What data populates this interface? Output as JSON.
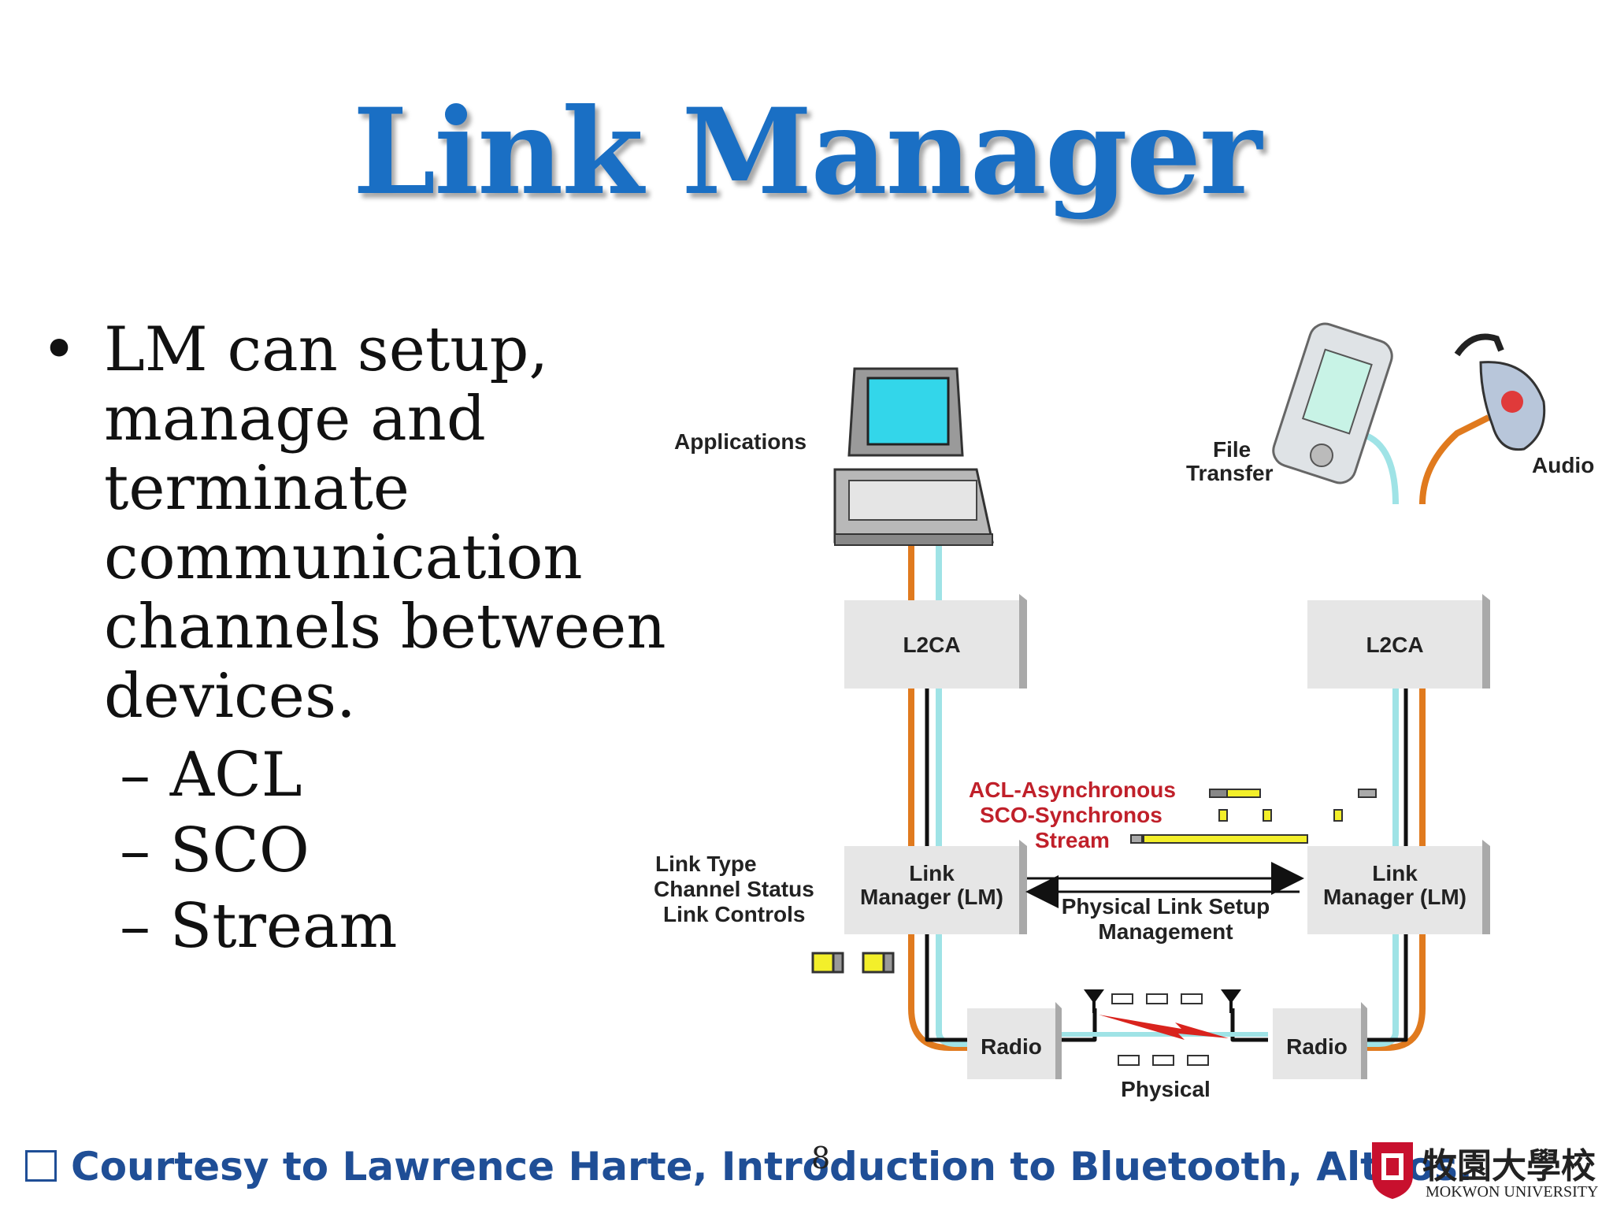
{
  "slide": {
    "title": "Link Manager",
    "bullet_main": "LM can setup, manage and terminate communication channels between devices.",
    "bullet_symbol": "•",
    "sub_items": [
      "– ACL",
      "– SCO",
      "– Stream"
    ],
    "footer_text": "Courtesy to Lawrence Harte, Introduction to Bluetooth, Althos.",
    "page_number": "8",
    "logo_text": "牧園大學校",
    "logo_subtext": "MOKWON UNIVERSITY"
  },
  "diagram": {
    "applications": "Applications",
    "file_transfer_1": "File",
    "file_transfer_2": "Transfer",
    "audio": "Audio",
    "l2ca_left": "L2CA",
    "l2ca_right": "L2CA",
    "acl": "ACL-Asynchronous",
    "sco": "SCO-Synchronos",
    "stream": "Stream",
    "link_type": "Link Type",
    "channel_status": "Channel Status",
    "link_controls": "Link Controls",
    "lm_left_1": "Link",
    "lm_left_2": "Manager (LM)",
    "lm_right_1": "Link",
    "lm_right_2": "Manager (LM)",
    "physical_setup_1": "Physical Link Setup",
    "physical_setup_2": "Management",
    "radio_left": "Radio",
    "radio_right": "Radio",
    "physical": "Physical",
    "colors": {
      "orange": "#e07a1e",
      "cyan": "#9fe3e6",
      "black": "#111111",
      "yellow": "#f3ef2a",
      "red": "#d9231d",
      "box": "#e6e6e6"
    }
  }
}
